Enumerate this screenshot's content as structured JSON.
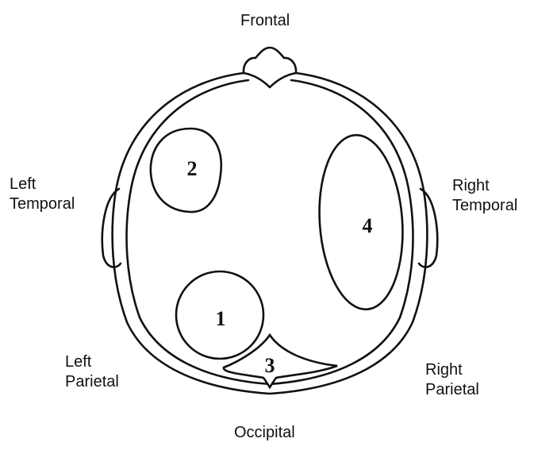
{
  "labels": {
    "frontal": "Frontal",
    "occipital": "Occipital",
    "left_temporal": [
      "Left",
      "Temporal"
    ],
    "right_temporal": [
      "Right",
      "Temporal"
    ],
    "left_parietal": [
      "Left",
      "Parietal"
    ],
    "right_parietal": [
      "Right",
      "Parietal"
    ]
  },
  "regions": [
    {
      "id": "1",
      "label": "1"
    },
    {
      "id": "2",
      "label": "2"
    },
    {
      "id": "3",
      "label": "3"
    },
    {
      "id": "4",
      "label": "4"
    }
  ]
}
